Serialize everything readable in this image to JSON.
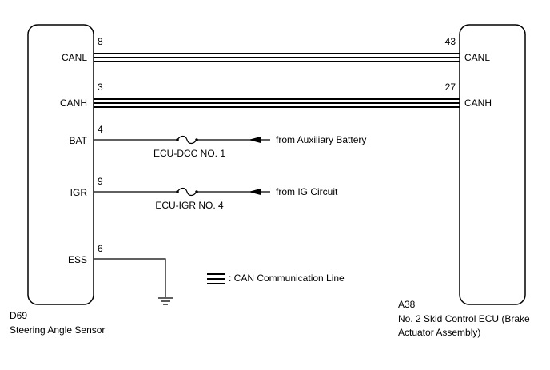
{
  "left_component": {
    "code": "D69",
    "name": "Steering Angle Sensor",
    "pins": [
      {
        "label": "CANL",
        "number": "8"
      },
      {
        "label": "CANH",
        "number": "3"
      },
      {
        "label": "BAT",
        "number": "4"
      },
      {
        "label": "IGR",
        "number": "9"
      },
      {
        "label": "ESS",
        "number": "6"
      }
    ]
  },
  "right_component": {
    "code": "A38",
    "name_line1": "No. 2 Skid Control ECU (Brake",
    "name_line2": "Actuator Assembly)",
    "pins": [
      {
        "label": "CANL",
        "number": "43"
      },
      {
        "label": "CANH",
        "number": "27"
      }
    ]
  },
  "fuses": [
    {
      "name": "ECU-DCC NO. 1",
      "source": "from Auxiliary Battery"
    },
    {
      "name": "ECU-IGR NO. 4",
      "source": "from IG Circuit"
    }
  ],
  "legend": {
    "text": ": CAN Communication Line"
  }
}
